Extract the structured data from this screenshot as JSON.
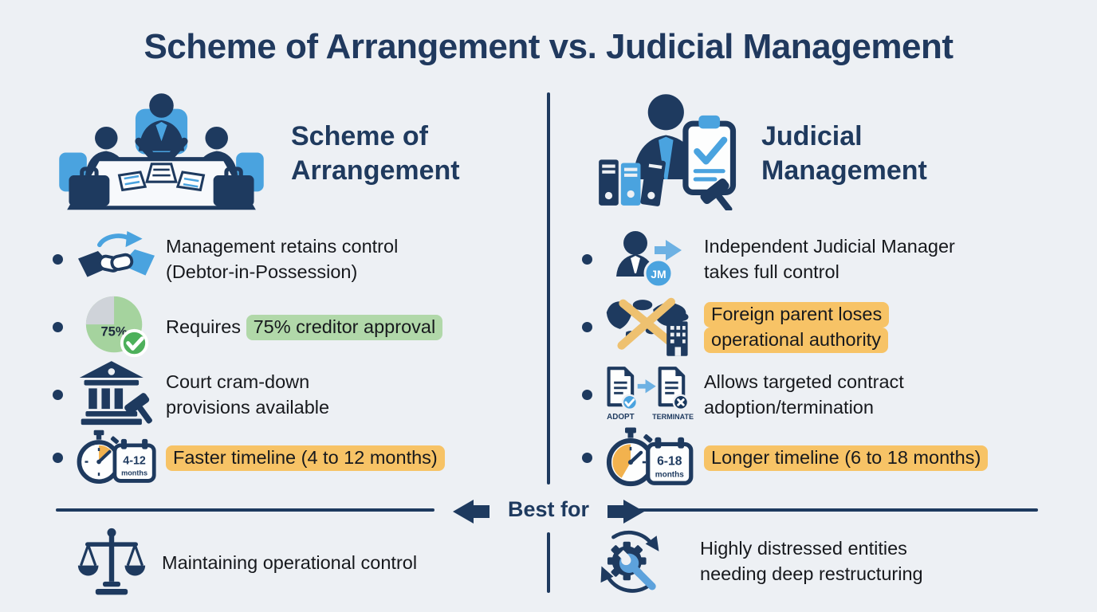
{
  "title": "Scheme of Arrangement vs. Judicial Management",
  "best_for_label": "Best for",
  "colors": {
    "navy": "#1e3a5f",
    "accent_blue": "#4aa3df",
    "green_highlight": "#b1d8a9",
    "orange_highlight": "#f7c366",
    "pie_green": "#a5d39e",
    "check_green": "#4db05b",
    "background": "#edf0f4"
  },
  "left": {
    "heading": "Scheme of Arrangement",
    "items": [
      {
        "text": "Management retains control (Debtor-in-Possession)"
      },
      {
        "pre": "Requires ",
        "highlight": "75% creditor approval"
      },
      {
        "text": "Court cram-down provisions available"
      },
      {
        "highlight": "Faster timeline (4 to 12 months)"
      }
    ],
    "pie_label": "75%",
    "calendar_range": "4-12",
    "calendar_unit": "months",
    "best_for": "Maintaining operational control"
  },
  "right": {
    "heading": "Judicial Management",
    "items": [
      {
        "text": "Independent Judicial Manager takes full control"
      },
      {
        "highlight": "Foreign parent loses operational authority"
      },
      {
        "text": "Allows targeted contract adoption/termination"
      },
      {
        "highlight": "Longer timeline (6 to 18 months)"
      }
    ],
    "jm_badge": "JM",
    "adopt_label": "ADOPT",
    "terminate_label": "TERMINATE",
    "calendar_range": "6-18",
    "calendar_unit": "months",
    "best_for": "Highly distressed entities needing deep restructuring"
  }
}
